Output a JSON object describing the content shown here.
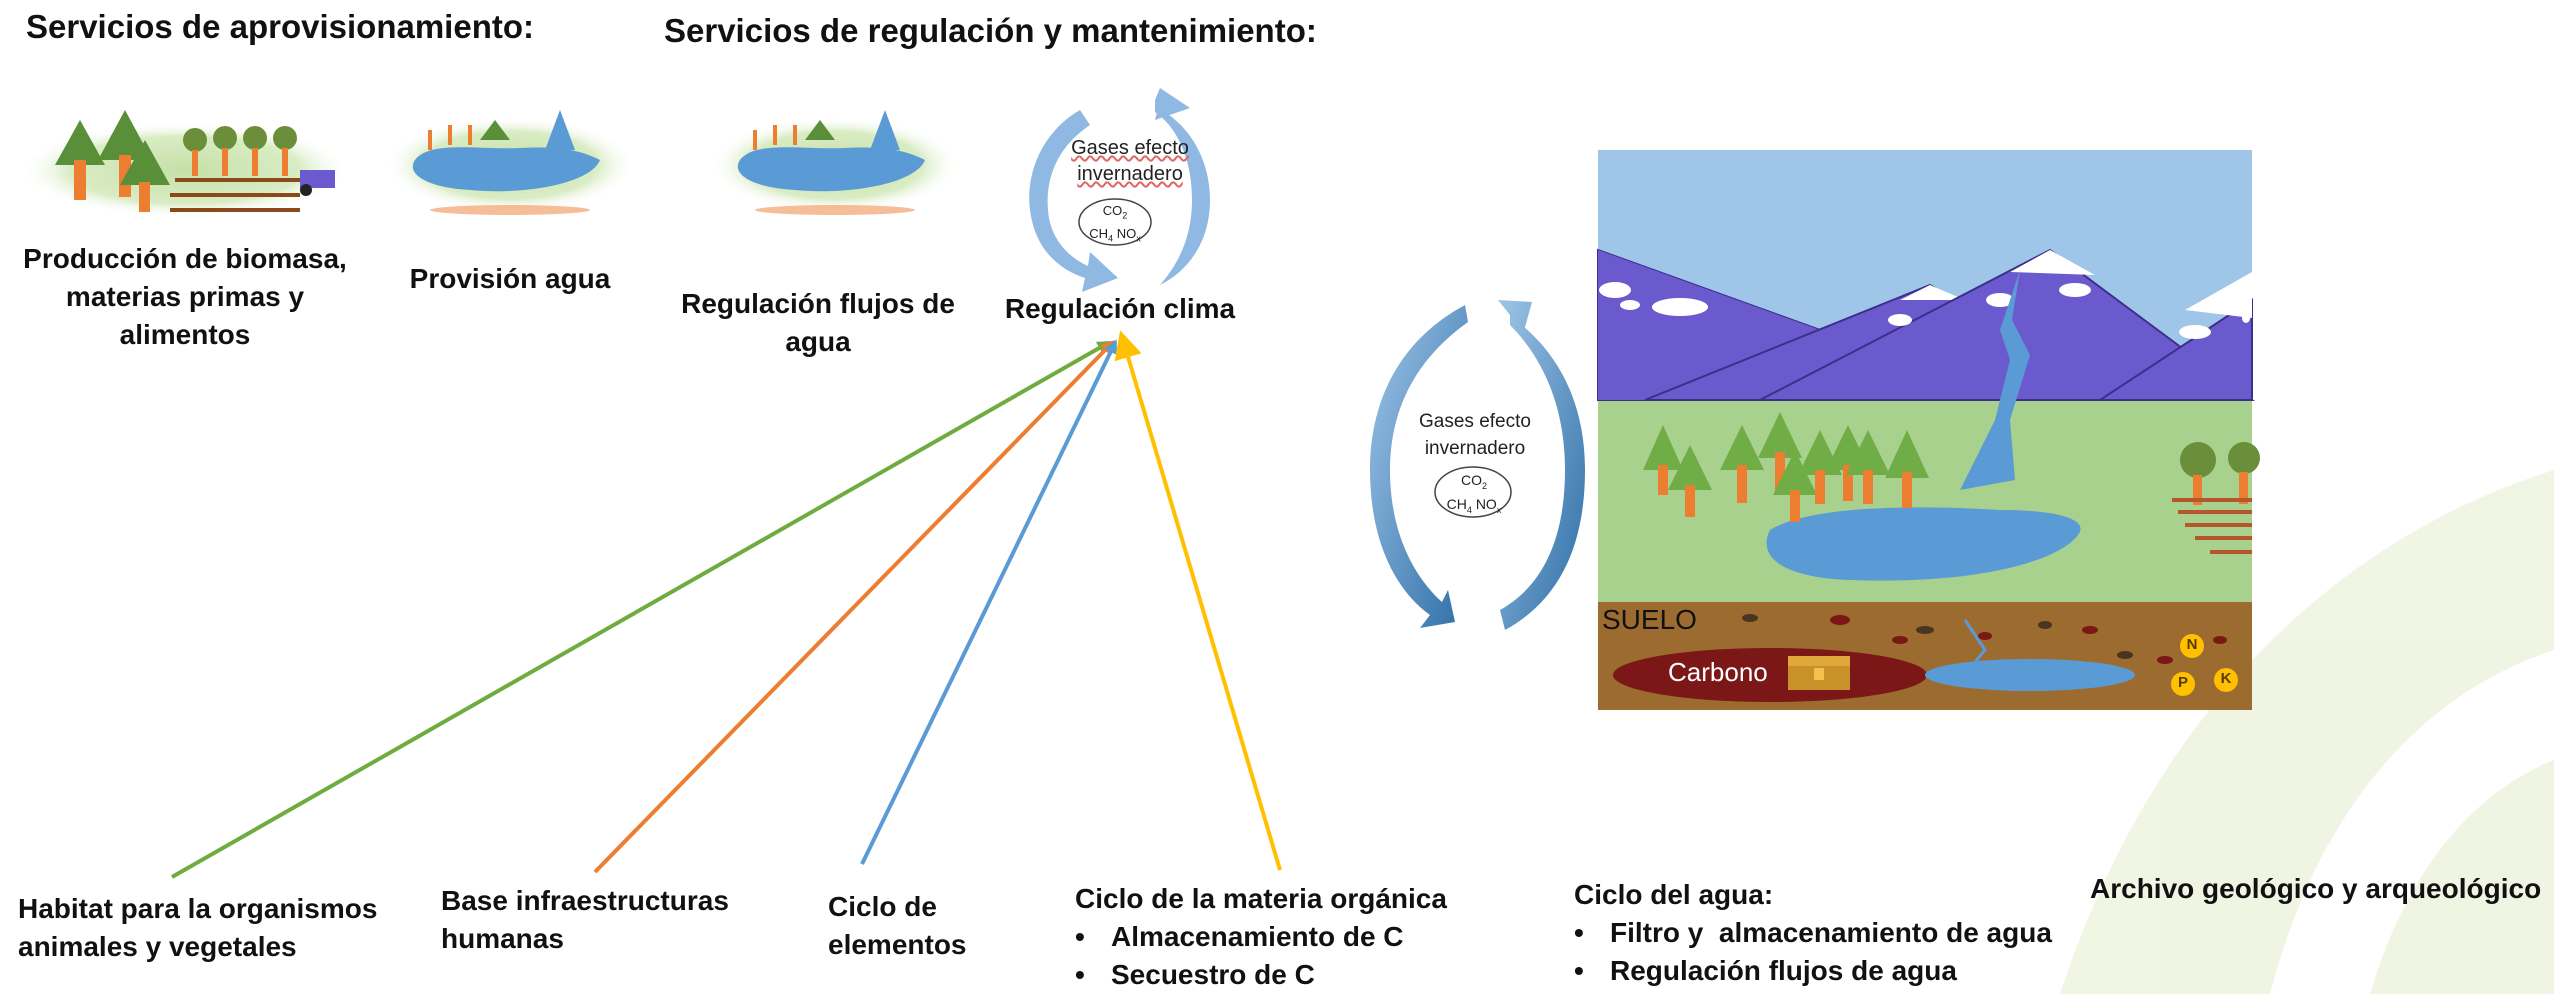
{
  "headers": {
    "provisioning": "Servicios de aprovisionamiento:",
    "regulation": "Servicios de regulación y mantenimiento:"
  },
  "services": {
    "biomass": [
      "Producción de biomasa,",
      "materias primas y alimentos"
    ],
    "water_provision": "Provisión agua",
    "water_flow": "Regulación flujos de agua",
    "climate": "Regulación clima"
  },
  "ghg_small": {
    "line1": "Gases efecto",
    "line2": "invernadero",
    "co2": "CO",
    "ch4": "CH",
    "no": "NO"
  },
  "ghg_large": {
    "line1": "Gases efecto",
    "line2": "invernadero",
    "co2": "CO",
    "ch4": "CH",
    "no": "NO"
  },
  "soil": {
    "label": "SUELO",
    "carbon": "Carbono",
    "nutrients": [
      "N",
      "P",
      "K"
    ]
  },
  "functions": {
    "habitat": [
      "Habitat para la organismos",
      "animales y vegetales"
    ],
    "infrastructure": [
      "Base infraestructuras",
      "humanas"
    ],
    "elements": [
      "Ciclo de",
      "elementos"
    ],
    "organic": {
      "title": "Ciclo de la materia orgánica",
      "items": [
        "Almacenamiento de C",
        "Secuestro de C"
      ]
    },
    "water": {
      "title": "Ciclo del agua:",
      "items": [
        "Filtro y  almacenamiento de agua",
        "Regulación flujos de agua"
      ]
    },
    "archive": "Archivo geológico y arqueológico"
  },
  "colors": {
    "habitat_arrow": "#6fac3f",
    "infra_arrow": "#ed7d31",
    "elements_arrow": "#5b9bd5",
    "organic_arrow": "#ffc000",
    "sky": "#9fc5e8",
    "mountain": "#6a5acd",
    "grass": "#a9d18e",
    "soil": "#9c6b30",
    "water": "#5b9bd5",
    "carbon": "#7b1717"
  }
}
